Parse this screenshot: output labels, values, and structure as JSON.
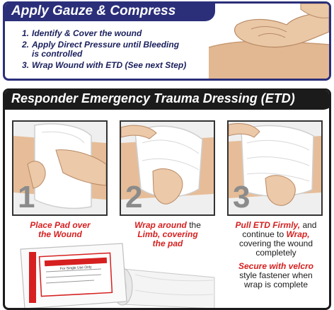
{
  "top": {
    "title": "Apply Gauze & Compress",
    "steps": [
      {
        "num": "1.",
        "line1": "Identify & Cover the wound",
        "line2": ""
      },
      {
        "num": "2.",
        "line1": "Apply Direct Pressure until Bleeding",
        "line2": "is controlled"
      },
      {
        "num": "3.",
        "line1": "Wrap Wound with ETD (See next Step)",
        "line2": ""
      }
    ]
  },
  "bottom": {
    "title": "Responder Emergency Trauma Dressing (ETD)",
    "frames": [
      {
        "number": "1"
      },
      {
        "number": "2"
      },
      {
        "number": "3"
      }
    ],
    "caption1": {
      "line1": "Place Pad over",
      "line2": "the Wound"
    },
    "caption2": {
      "red1": "Wrap around",
      "black1": " the",
      "red2": "Limb, covering",
      "red3": "the pad"
    },
    "caption3": {
      "red1": "Pull ETD Firmly,",
      "black1": " and",
      "black2": "continue to ",
      "red2": "Wrap,",
      "black3": "covering the wound",
      "black4": "completely",
      "red3": "Secure with velcro",
      "black5": "style fastener when",
      "black6": "wrap is complete"
    },
    "package": {
      "line1": "For Single Use Only"
    }
  },
  "colors": {
    "navy": "#2b2f7a",
    "red": "#d62020",
    "dark": "#1b1b1b",
    "skin": "#e6bd98",
    "gauze": "#ffffff"
  }
}
